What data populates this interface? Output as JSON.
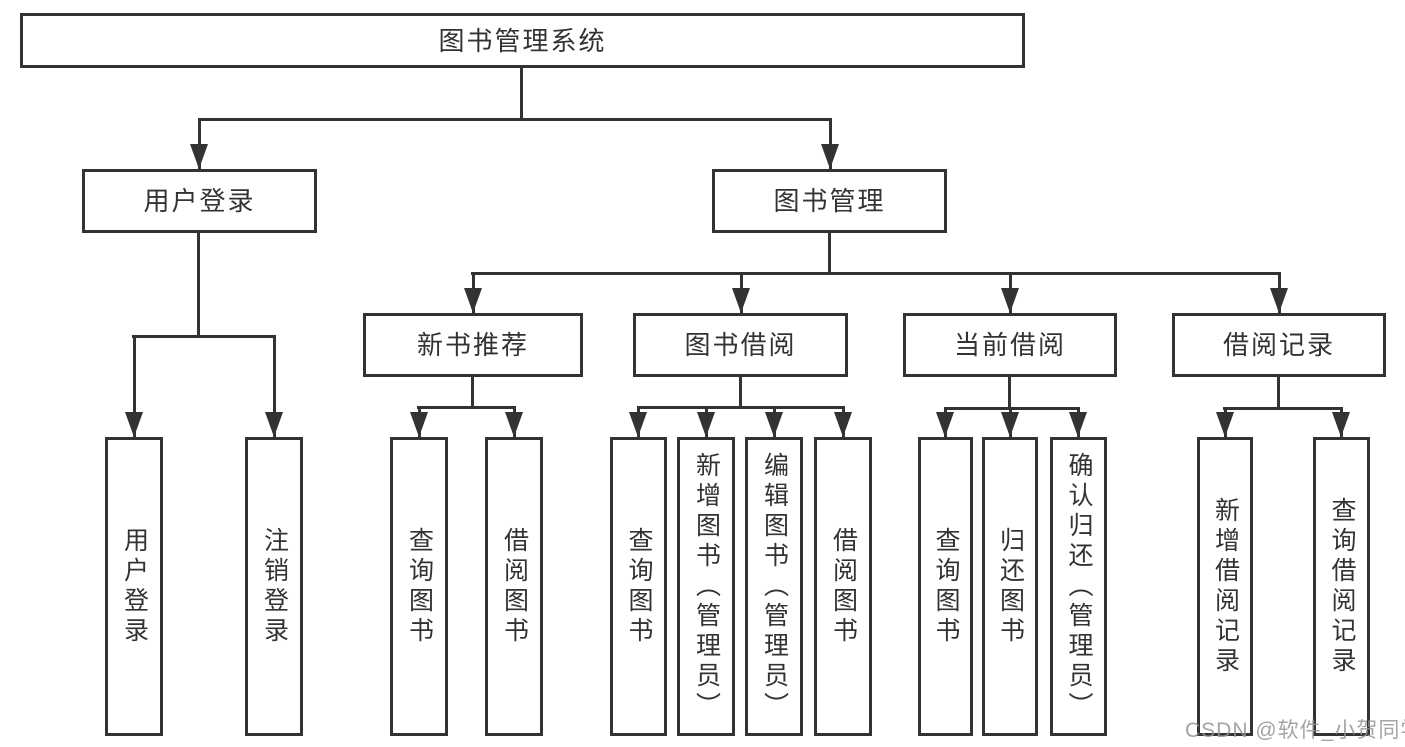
{
  "diagram": {
    "root": "图书管理系统",
    "level2": {
      "user_login": "用户登录",
      "book_management": "图书管理"
    },
    "level3": {
      "new_book_recommend": "新书推荐",
      "book_borrow": "图书借阅",
      "current_borrow": "当前借阅",
      "borrow_records": "借阅记录"
    },
    "leaves": {
      "user_login": "用户登录",
      "logout": "注销登录",
      "nb_query_books": "查询图书",
      "nb_borrow_books": "借阅图书",
      "bb_query_books": "查询图书",
      "bb_add_books": "新增图书（管理员）",
      "bb_edit_books": "编辑图书（管理员）",
      "bb_borrow_books": "借阅图书",
      "cb_query_books": "查询图书",
      "cb_return_books": "归还图书",
      "cb_confirm_return": "确认归还（管理员）",
      "br_add_record": "新增借阅记录",
      "br_query_record": "查询借阅记录"
    },
    "colors": {
      "line": "#333333",
      "text": "#333333",
      "watermark": "#949494",
      "background": "#ffffff"
    }
  },
  "watermark": "CSDN @软件_小贺同学"
}
